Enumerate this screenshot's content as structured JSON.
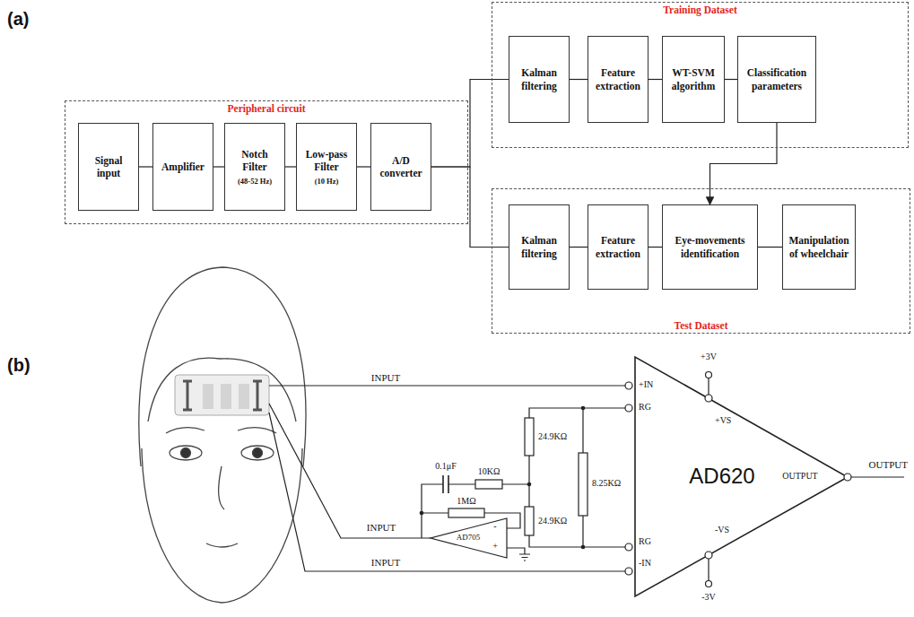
{
  "diagram": {
    "nodes": [
      {
        "text": [
          "Peripheral circuit"
        ]
      },
      {
        "text": [
          "Signal input"
        ],
        "in": 0
      },
      {
        "text": [
          "Amplifier"
        ],
        "in": 0
      },
      {
        "text": [
          "Notch Filter",
          "(48-52 Hz)"
        ],
        "in": 0
      },
      {
        "text": [
          "Low-pass Filter",
          "(10 Hz)"
        ],
        "in": 0
      },
      {
        "text": [
          "A/D converter"
        ],
        "in": 0
      },
      {
        "text": [
          "Training Dataset"
        ]
      },
      {
        "text": [
          "Kalman filtering"
        ],
        "in": 6
      },
      {
        "text": [
          "Feature extraction"
        ],
        "in": 6
      },
      {
        "text": [
          "WT-SVM algorithm"
        ],
        "in": 6
      },
      {
        "text": [
          "Classification parameters"
        ],
        "in": 6
      },
      {
        "text": [
          "Test Dataset"
        ]
      },
      {
        "text": [
          "Kalman filtering"
        ],
        "in": 11
      },
      {
        "text": [
          "Feature extraction"
        ],
        "in": 11
      },
      {
        "text": [
          "Eye-movements identification"
        ],
        "in": 11
      },
      {
        "text": [
          "Manipulation of wheelchair"
        ],
        "in": 11
      }
    ],
    "edges": [
      {
        "from": 1,
        "to": 2,
        "arrow": "none"
      },
      {
        "from": 2,
        "to": 3,
        "arrow": "none"
      },
      {
        "from": 3,
        "to": 4,
        "arrow": "none"
      },
      {
        "from": 4,
        "to": 5,
        "arrow": "none"
      },
      {
        "from": 5,
        "to": 7,
        "arrow": "none"
      },
      {
        "from": 5,
        "to": 12,
        "arrow": "none"
      },
      {
        "from": 7,
        "to": 8,
        "arrow": "none"
      },
      {
        "from": 8,
        "to": 9,
        "arrow": "none"
      },
      {
        "from": 9,
        "to": 10,
        "arrow": "none"
      },
      {
        "from": 10,
        "to": 14,
        "arrow": "to"
      },
      {
        "from": 12,
        "to": 13,
        "arrow": "none"
      },
      {
        "from": 13,
        "to": 14,
        "arrow": "none"
      },
      {
        "from": 14,
        "to": 15,
        "arrow": "none"
      }
    ],
    "labels": [
      "(a)",
      "(b)",
      "INPUT",
      "+IN",
      "RG",
      "+VS",
      "+3V",
      "AD620",
      "OUTPUT",
      "OUTPUT",
      "0.1μF",
      "10KΩ",
      "1MΩ",
      "24.9KΩ",
      "8.25KΩ",
      "24.9KΩ",
      "AD705",
      "-",
      "+",
      "INPUT",
      "RG",
      "-VS",
      "-IN",
      "INPUT",
      "-3V"
    ]
  }
}
